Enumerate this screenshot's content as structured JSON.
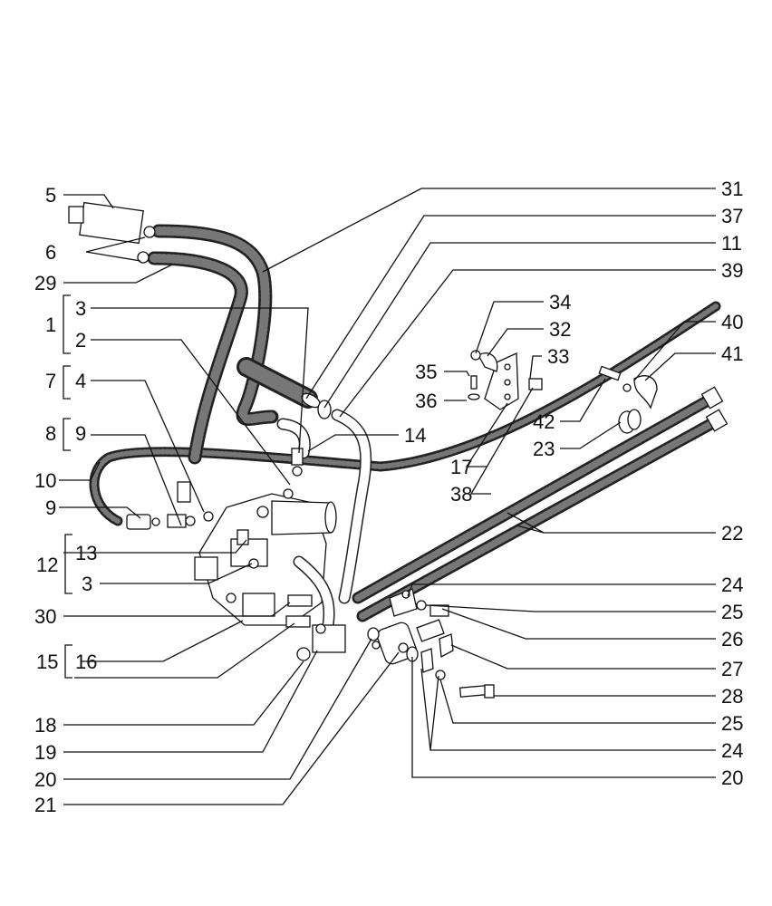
{
  "callouts": [
    {
      "id": "c5",
      "text": "5"
    },
    {
      "id": "c6",
      "text": "6"
    },
    {
      "id": "c29",
      "text": "29"
    },
    {
      "id": "c1",
      "text": "1"
    },
    {
      "id": "c3a",
      "text": "3"
    },
    {
      "id": "c2",
      "text": "2"
    },
    {
      "id": "c7",
      "text": "7"
    },
    {
      "id": "c4",
      "text": "4"
    },
    {
      "id": "c8",
      "text": "8"
    },
    {
      "id": "c9a",
      "text": "9"
    },
    {
      "id": "c10",
      "text": "10"
    },
    {
      "id": "c9b",
      "text": "9"
    },
    {
      "id": "c12",
      "text": "12"
    },
    {
      "id": "c13",
      "text": "13"
    },
    {
      "id": "c3b",
      "text": "3"
    },
    {
      "id": "c30",
      "text": "30"
    },
    {
      "id": "c15",
      "text": "15"
    },
    {
      "id": "c16",
      "text": "16"
    },
    {
      "id": "c18",
      "text": "18"
    },
    {
      "id": "c19",
      "text": "19"
    },
    {
      "id": "c20a",
      "text": "20"
    },
    {
      "id": "c21",
      "text": "21"
    },
    {
      "id": "c31",
      "text": "31"
    },
    {
      "id": "c37",
      "text": "37"
    },
    {
      "id": "c11",
      "text": "11"
    },
    {
      "id": "c39",
      "text": "39"
    },
    {
      "id": "c34",
      "text": "34"
    },
    {
      "id": "c32",
      "text": "32"
    },
    {
      "id": "c33",
      "text": "33"
    },
    {
      "id": "c35",
      "text": "35"
    },
    {
      "id": "c36",
      "text": "36"
    },
    {
      "id": "c40",
      "text": "40"
    },
    {
      "id": "c41",
      "text": "41"
    },
    {
      "id": "c42",
      "text": "42"
    },
    {
      "id": "c23",
      "text": "23"
    },
    {
      "id": "c14",
      "text": "14"
    },
    {
      "id": "c17",
      "text": "17"
    },
    {
      "id": "c38",
      "text": "38"
    },
    {
      "id": "c22",
      "text": "22"
    },
    {
      "id": "c24a",
      "text": "24"
    },
    {
      "id": "c25a",
      "text": "25"
    },
    {
      "id": "c26",
      "text": "26"
    },
    {
      "id": "c27",
      "text": "27"
    },
    {
      "id": "c28",
      "text": "28"
    },
    {
      "id": "c25b",
      "text": "25"
    },
    {
      "id": "c24b",
      "text": "24"
    },
    {
      "id": "c20b",
      "text": "20"
    }
  ]
}
